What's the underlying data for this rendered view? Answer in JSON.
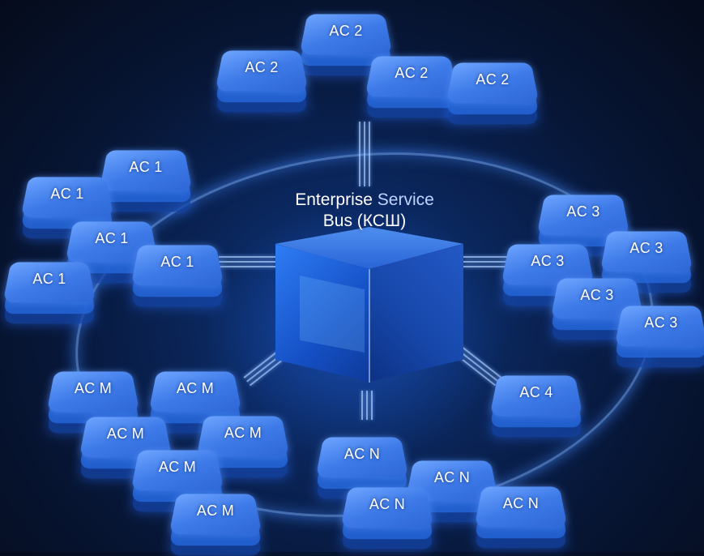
{
  "bus": {
    "title_line1_a": "Enterprise",
    "title_line1_b": "Service",
    "title_line2": "Bus (КСШ)"
  },
  "colors": {
    "background": "#071636",
    "tile": "#3d7ae8",
    "cube": "#1550c6",
    "ring": "#78afff"
  },
  "nodes": [
    {
      "label": "AC 2"
    },
    {
      "label": "AC 2"
    },
    {
      "label": "AC 2"
    },
    {
      "label": "AC 2"
    },
    {
      "label": "AC 1"
    },
    {
      "label": "AC 1"
    },
    {
      "label": "AC 1"
    },
    {
      "label": "AC 1"
    },
    {
      "label": "AC 1"
    },
    {
      "label": "AC 3"
    },
    {
      "label": "AC 3"
    },
    {
      "label": "AC 3"
    },
    {
      "label": "AC 3"
    },
    {
      "label": "AC 3"
    },
    {
      "label": "AC 4"
    },
    {
      "label": "AC M"
    },
    {
      "label": "AC M"
    },
    {
      "label": "AC M"
    },
    {
      "label": "AC M"
    },
    {
      "label": "AC M"
    },
    {
      "label": "AC M"
    },
    {
      "label": "AC N"
    },
    {
      "label": "AC N"
    },
    {
      "label": "AC N"
    },
    {
      "label": "AC N"
    }
  ]
}
